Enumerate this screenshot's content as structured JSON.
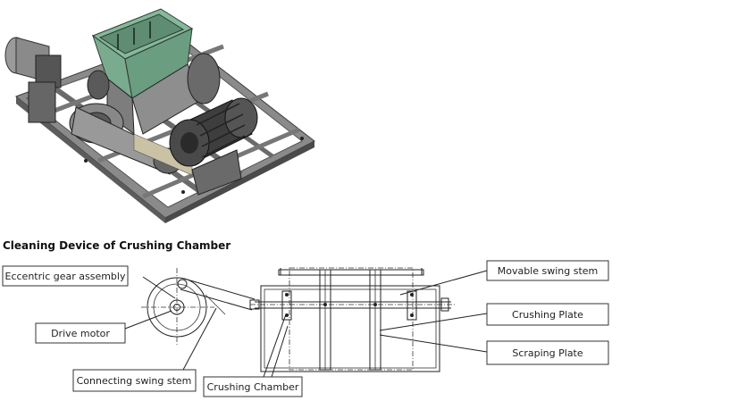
{
  "diagram": {
    "heading": "Cleaning Device of Crushing Chamber",
    "labels": {
      "eccentric_gear": "Eccentric gear assembly",
      "drive_motor": "Drive motor",
      "connecting_swing_stem": "Connecting swing stem",
      "crushing_chamber": "Crushing Chamber",
      "movable_swing_stem": "Movable swing stem",
      "crushing_plate": "Crushing Plate",
      "scraping_plate": "Scraping Plate"
    },
    "colors": {
      "hopper_green": "#7aab8f",
      "frame_gray": "#6f6f6f",
      "motor_dark": "#3e3e3e"
    }
  }
}
